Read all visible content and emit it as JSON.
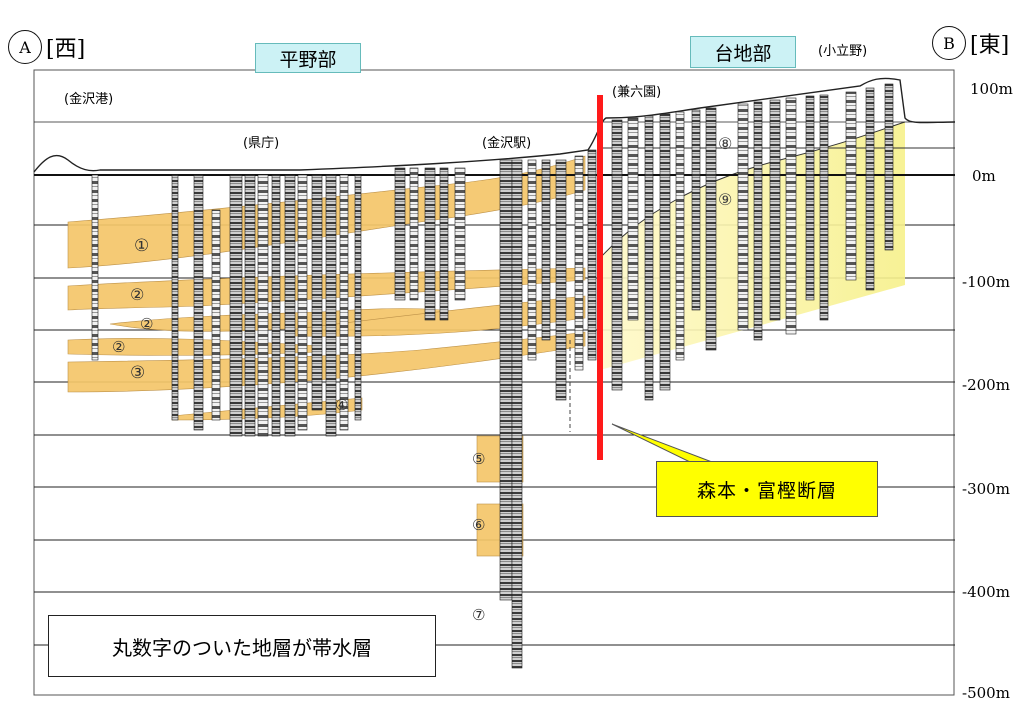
{
  "markers": {
    "a": "A",
    "b": "B"
  },
  "direction": {
    "west": "[西]",
    "east": "[東]"
  },
  "zones": {
    "plain": "平野部",
    "upland": "台地部"
  },
  "places": {
    "kanazawa_port": "(金沢港)",
    "prefectural_office": "(県庁)",
    "kanazawa_station": "(金沢駅)",
    "kenrokuen": "(兼六園)",
    "kotatsuno": "(小立野)"
  },
  "depth_labels": [
    "100m",
    "0m",
    "-100m",
    "-200m",
    "-300m",
    "-400m",
    "-500m"
  ],
  "aquifer_labels": [
    "①",
    "②",
    "②",
    "②",
    "③",
    "④",
    "⑤",
    "⑥",
    "⑦",
    "⑧",
    "⑨"
  ],
  "fault": {
    "label": "森本・富樫断層",
    "color": "#ff1a1a",
    "callout_bg": "#ffff00"
  },
  "legend_note": "丸数字のついた地層が帯水層",
  "colors": {
    "aquifer_band": "#f5c66a",
    "upland_fill": "#f8f4a8",
    "zone_label_bg": "#ccf2f5"
  }
}
